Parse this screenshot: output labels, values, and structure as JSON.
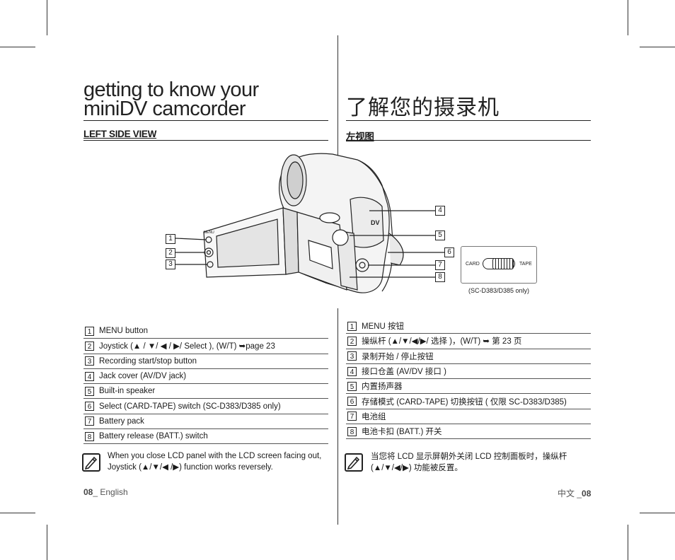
{
  "title_en_line1": "getting to know your",
  "title_en_line2": "miniDV camcorder",
  "title_zh": "了解您的摄录机",
  "section_en": "LEFT SIDE VIEW",
  "section_zh": "左视图",
  "callouts": [
    "1",
    "2",
    "3",
    "4",
    "5",
    "6",
    "7",
    "8"
  ],
  "switch": {
    "card": "CARD",
    "tape": "TAPE",
    "caption": "(SC-D383/D385 only)"
  },
  "camera_labels": {
    "menu": "MENU",
    "brand": "DV"
  },
  "items_en": [
    {
      "num": "1",
      "text": "MENU button"
    },
    {
      "num": "2",
      "text": "Joystick (▲ / ▼/ ◀ / ▶/ Select ), (W/T) ➥page 23"
    },
    {
      "num": "3",
      "text": "Recording start/stop button"
    },
    {
      "num": "4",
      "text": "Jack cover (AV/DV jack)"
    },
    {
      "num": "5",
      "text": "Built-in speaker"
    },
    {
      "num": "6",
      "text": "Select (CARD-TAPE) switch (SC-D383/D385 only)"
    },
    {
      "num": "7",
      "text": "Battery pack"
    },
    {
      "num": "8",
      "text": "Battery release (BATT.) switch"
    }
  ],
  "items_zh": [
    {
      "num": "1",
      "text": "MENU 按钮"
    },
    {
      "num": "2",
      "text": "操纵杆 (▲/▼/◀/▶/ 选择 )，(W/T) ➥ 第 23 页"
    },
    {
      "num": "3",
      "text": "录制开始 / 停止按钮"
    },
    {
      "num": "4",
      "text": "接口仓盖 (AV/DV 接口 )"
    },
    {
      "num": "5",
      "text": "内置扬声器"
    },
    {
      "num": "6",
      "text": "存储模式 (CARD-TAPE) 切换按钮 ( 仅限 SC-D383/D385)"
    },
    {
      "num": "7",
      "text": "电池组"
    },
    {
      "num": "8",
      "text": "电池卡扣 (BATT.) 开关"
    }
  ],
  "note_en_line1": "When you close LCD panel with the LCD screen facing out,",
  "note_en_line2": "Joystick (▲/▼/◀ /▶) function works reversely.",
  "note_zh_line1": "当您将 LCD 显示屏朝外关闭 LCD 控制面板时，操纵杆",
  "note_zh_line2": "(▲/▼/◀/▶) 功能被反置。",
  "footer_left_num": "08",
  "footer_left_text": "_ English",
  "footer_right_text": "中文 _",
  "footer_right_num": "08"
}
